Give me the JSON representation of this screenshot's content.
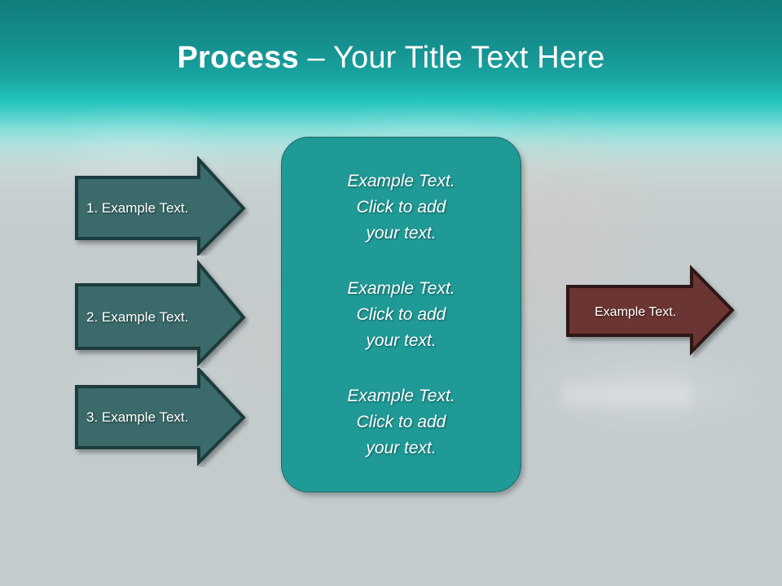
{
  "slide": {
    "title": {
      "bold_part": "Process",
      "rest_part": " – Your Title Text Here",
      "full": "Process – Your Title Text Here"
    },
    "theme": {
      "title_color": "#ffffff",
      "background_top": "#0f7d7c",
      "background_mid": "#22c3bd",
      "background_bottom": "#c3cbcd",
      "input_arrow_fill": "#3a6a6a",
      "input_arrow_stroke": "#1d3a3c",
      "center_box_fill": "#1f9a96",
      "center_box_stroke": "#1d6a68",
      "result_arrow_fill": "#6b3533",
      "result_arrow_stroke": "#2e1614"
    }
  },
  "input_arrows": [
    {
      "id": "arrow-1",
      "label": "1. Example Text."
    },
    {
      "id": "arrow-2",
      "label": "2. Example Text."
    },
    {
      "id": "arrow-3",
      "label": "3. Example Text."
    }
  ],
  "center_box": {
    "blocks": [
      {
        "text": "Example Text.\nClick  to add\nyour text."
      },
      {
        "text": "Example Text.\nClick  to add\nyour text."
      },
      {
        "text": "Example Text.\nClick  to add\nyour text."
      }
    ]
  },
  "result_arrow": {
    "label": "Example Text."
  }
}
